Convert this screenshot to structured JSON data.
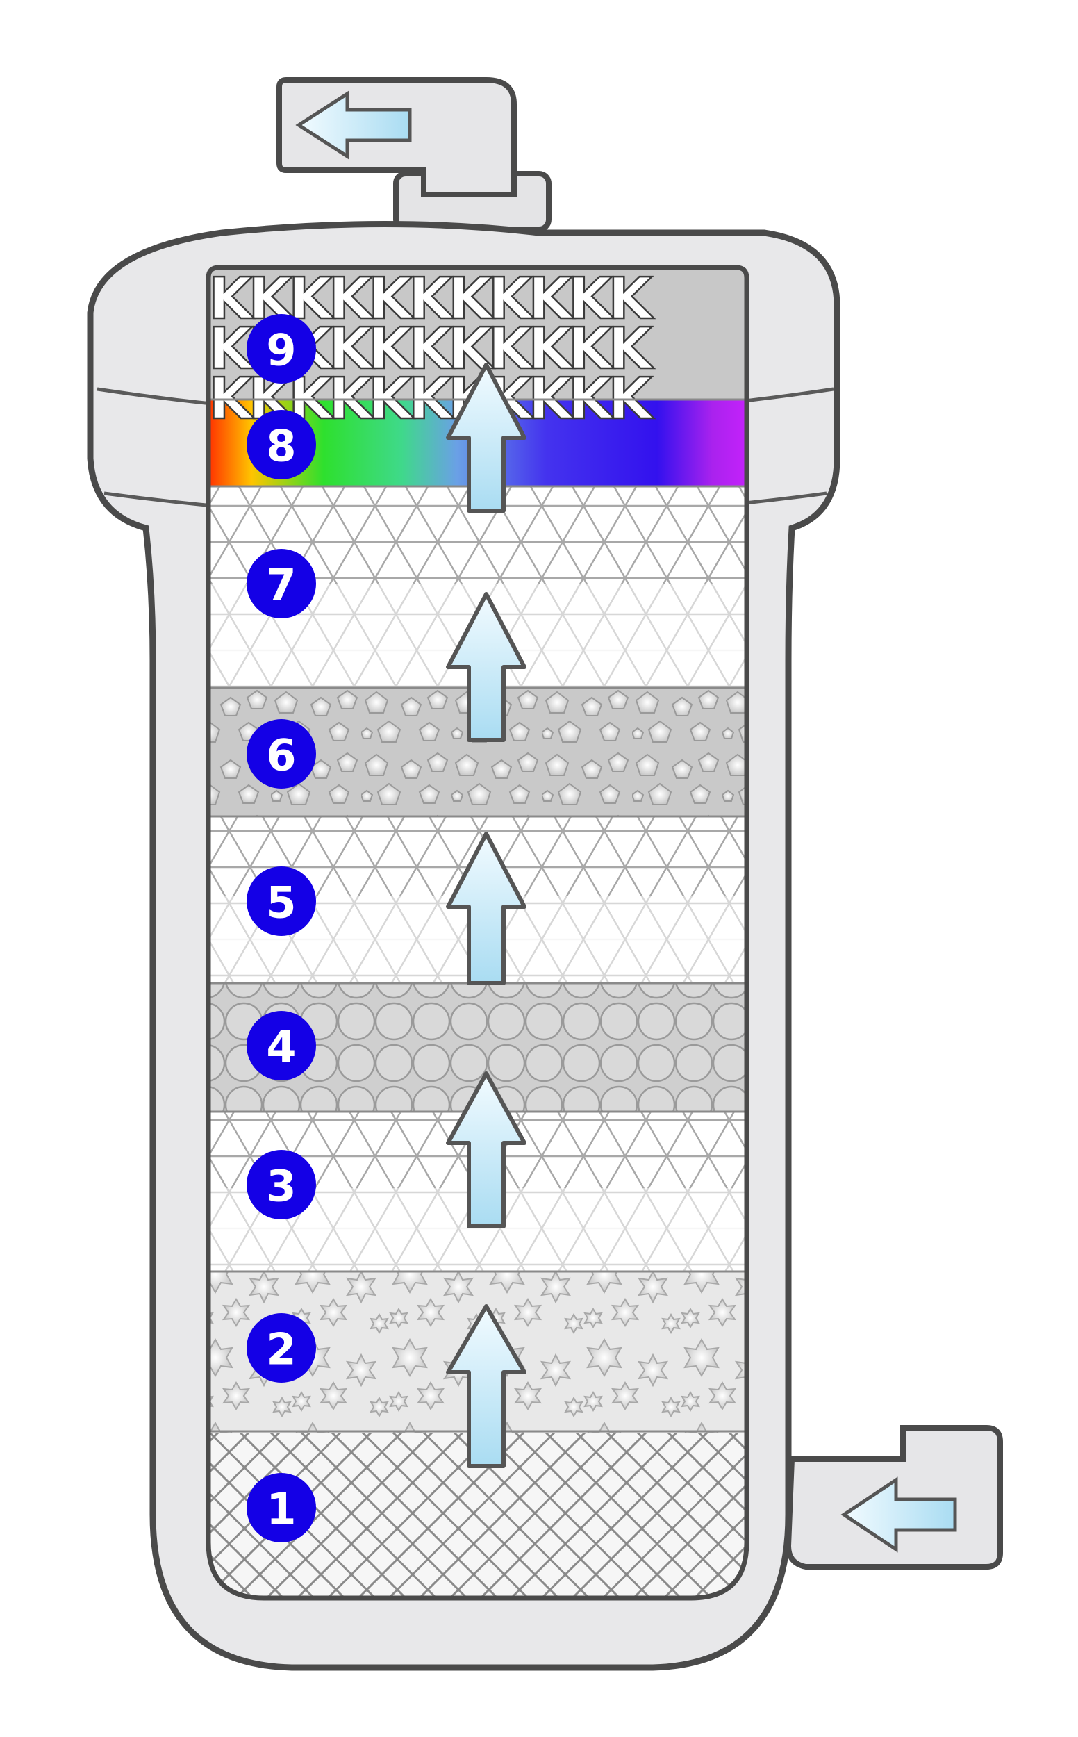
{
  "flow_direction": "upward",
  "inlet": {
    "icon": "arrow-left-icon",
    "position": "bottom-right"
  },
  "outlet": {
    "icon": "arrow-left-icon",
    "position": "top-left"
  },
  "colors": {
    "badge": "#1400e6",
    "housing_fill": "#e6e6e8",
    "housing_stroke": "#4a4a4a",
    "arrow_fill": "#bfe4f4",
    "arrow_stroke": "#555555"
  },
  "layers": [
    {
      "number": "1",
      "pattern": "crosshatch"
    },
    {
      "number": "2",
      "pattern": "star-granules"
    },
    {
      "number": "3",
      "pattern": "triangle-mesh"
    },
    {
      "number": "4",
      "pattern": "spheres"
    },
    {
      "number": "5",
      "pattern": "triangle-mesh"
    },
    {
      "number": "6",
      "pattern": "pentagon-granules"
    },
    {
      "number": "7",
      "pattern": "triangle-mesh"
    },
    {
      "number": "8",
      "pattern": "spectrum-gradient"
    },
    {
      "number": "9",
      "pattern": "k-mesh",
      "texture_text": "KKKKKKKKKKK"
    }
  ]
}
